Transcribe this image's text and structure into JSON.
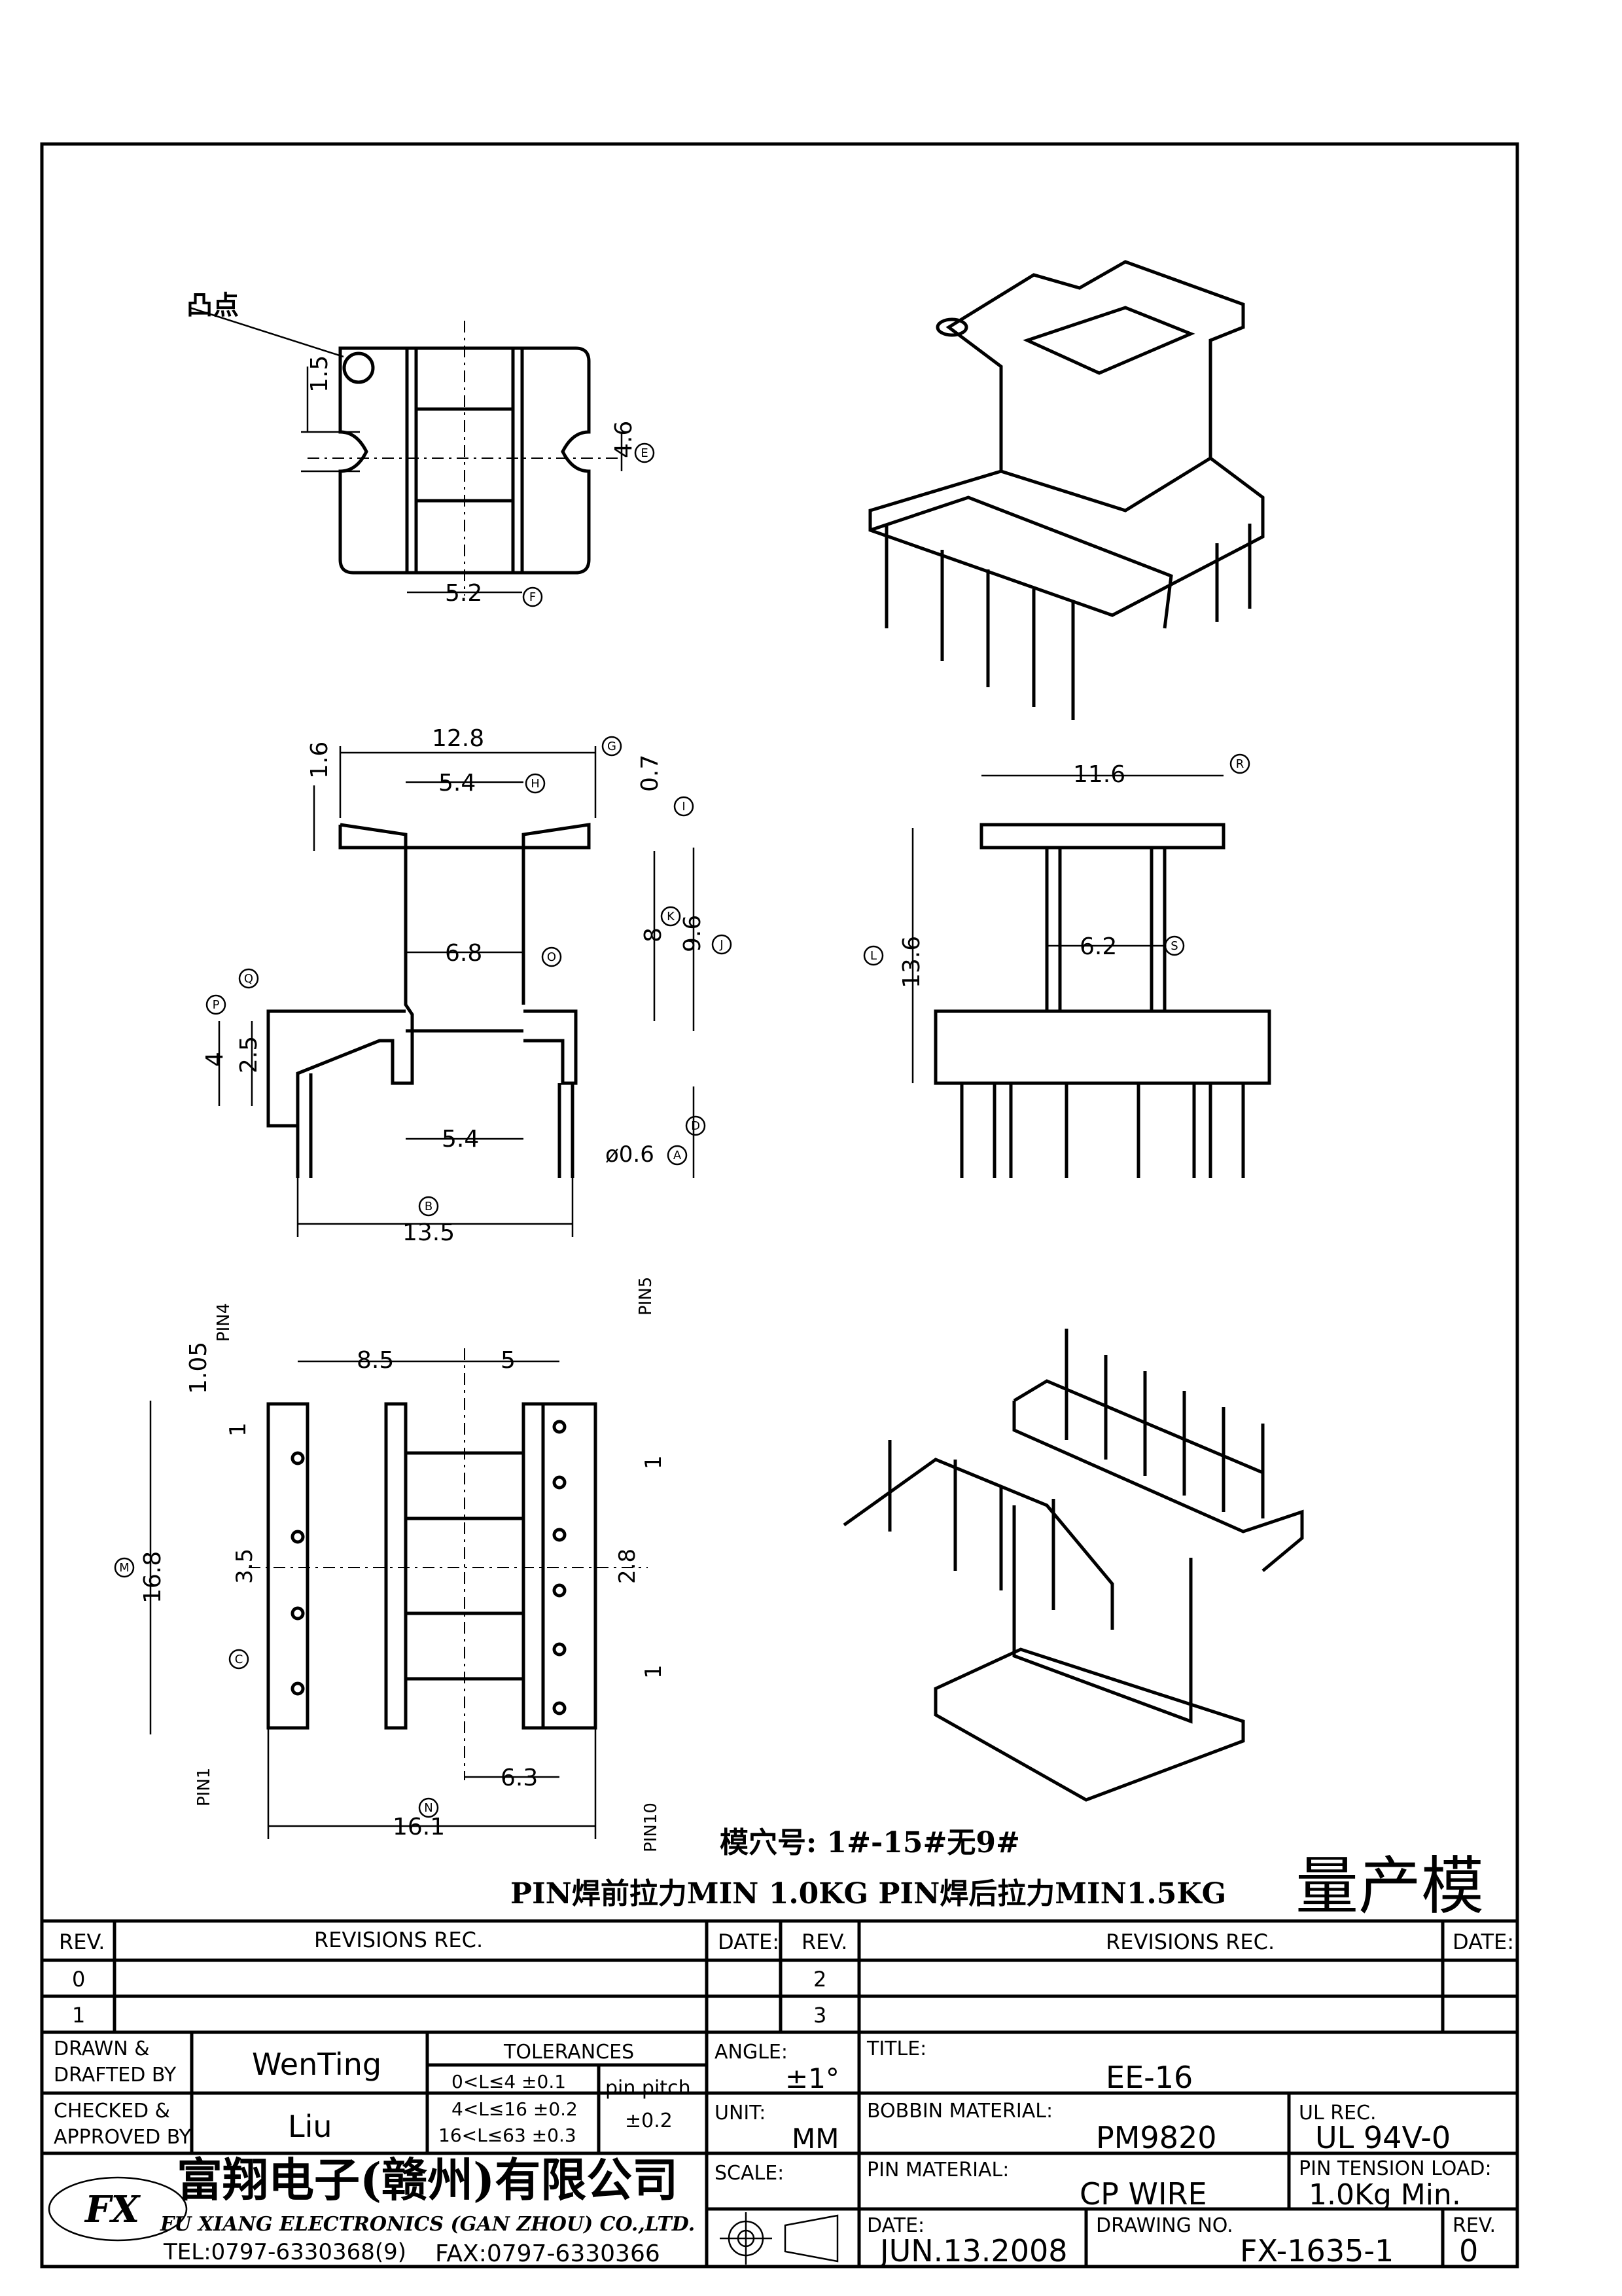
{
  "annotations": {
    "bump_label": "凸点",
    "cavity_note": "模穴号: 1#-15#无9#",
    "pin_pull_note": "PIN焊前拉力MIN 1.0KG    PIN焊后拉力MIN1.5KG",
    "production_stamp": "量产模"
  },
  "dimensions": {
    "top_view": {
      "d1": "1.5",
      "d2": "4.6",
      "d3": "5.2",
      "tag_e": "E",
      "tag_f": "F"
    },
    "front_view": {
      "width": "12.8",
      "inner": "5.4",
      "mid": "6.8",
      "bottom_gap": "5.4",
      "overall": "13.5",
      "pin_dia": "ø0.6",
      "top_h": "1.6",
      "flange": "0.7",
      "h8": "8",
      "h96": "9.6",
      "h4": "4",
      "h25": "2.5",
      "tags": {
        "g": "G",
        "h": "H",
        "i": "I",
        "j": "J",
        "k": "K",
        "o": "O",
        "p": "P",
        "q": "Q",
        "b": "B",
        "a": "A",
        "d": "D"
      }
    },
    "side_view": {
      "width": "11.6",
      "inner": "6.2",
      "height": "13.6",
      "tags": {
        "r": "R",
        "s": "S",
        "l": "L"
      }
    },
    "bottom_view": {
      "left": "8.5",
      "right": "5",
      "height": "16.8",
      "pitch_l": "1.05",
      "p1": "1",
      "p35": "3.5",
      "p28": "2.8",
      "p1b": "1",
      "p1c": "1",
      "w63": "6.3",
      "w161": "16.1",
      "pin1": "PIN1",
      "pin4": "PIN4",
      "pin5": "PIN5",
      "pin10": "PIN10",
      "tags": {
        "m": "M",
        "c": "C",
        "n": "N"
      }
    }
  },
  "revisions_table": {
    "left_header": {
      "rev": "REV.",
      "rec": "REVISIONS    REC.",
      "date": "DATE:"
    },
    "right_header": {
      "rev": "REV.",
      "rec": "REVISIONS    REC.",
      "date": "DATE:"
    },
    "rows": [
      {
        "left": "0",
        "right": "2"
      },
      {
        "left": "1",
        "right": "3"
      }
    ]
  },
  "title_block": {
    "drawn_label_1": "DRAWN &",
    "drawn_label_2": "DRAFTED BY",
    "drawn_value": "WenTing",
    "checked_label_1": "CHECKED &",
    "checked_label_2": "APPROVED BY",
    "checked_value": "Liu",
    "tolerances_label": "TOLERANCES",
    "tol_rows": [
      "0<L≤4    ±0.1",
      "4<L≤16  ±0.2",
      "16<L≤63  ±0.3"
    ],
    "pin_pitch_label": "pin pitch",
    "pin_pitch_value": "±0.2",
    "angle_label": "ANGLE:",
    "angle_value": "±1°",
    "unit_label": "UNIT:",
    "unit_value": "MM",
    "scale_label": "SCALE:",
    "title_label": "TITLE:",
    "title_value": "EE-16",
    "bobbin_label": "BOBBIN MATERIAL:",
    "bobbin_value": "PM9820",
    "ul_label": "UL REC.",
    "ul_value": "UL 94V-0",
    "pin_material_label": "PIN MATERIAL:",
    "pin_material_value": "CP WIRE",
    "pin_tension_label": "PIN TENSION LOAD:",
    "pin_tension_value": "1.0Kg  Min.",
    "date_label": "DATE:",
    "date_value": "JUN.13.2008",
    "drawing_no_label": "DRAWING NO.",
    "drawing_no_value": "FX-1635-1",
    "rev_label": "REV.",
    "rev_value": "0",
    "company_cn": "富翔电子(赣州)有限公司",
    "company_en": "FU XIANG ELECTRONICS (GAN ZHOU) CO.,LTD.",
    "tel": "TEL:0797-6330368(9)",
    "fax": "FAX:0797-6330366",
    "logo_text": "FX"
  }
}
